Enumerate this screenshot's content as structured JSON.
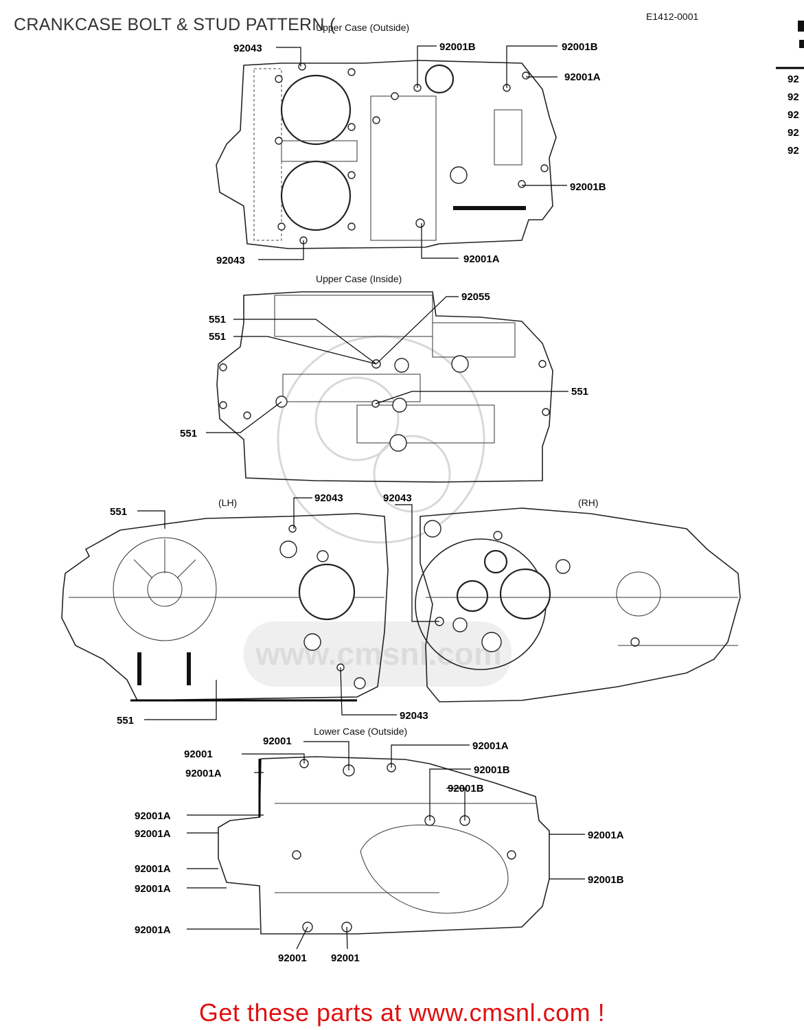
{
  "header": {
    "title": "CRANKCASE BOLT & STUD PATTERN (",
    "drawing_code": "E1412-0001"
  },
  "views": {
    "upper_outside": "Upper Case (Outside)",
    "upper_inside": "Upper Case (Inside)",
    "lower_outside": "Lower Case (Outside)",
    "lh": "(LH)",
    "rh": "(RH)"
  },
  "parts": {
    "p92043": "92043",
    "p92001": "92001",
    "p92001A": "92001A",
    "p92001B": "92001B",
    "p92055": "92055",
    "p551": "551"
  },
  "right_column": [
    "92",
    "92",
    "92",
    "92",
    "92"
  ],
  "watermark": "www.cmsnl.com",
  "footer": {
    "text": "Get these parts at www.cmsnl.com !"
  },
  "colors": {
    "footer_link": "#e01010",
    "line_art": "#222222"
  }
}
